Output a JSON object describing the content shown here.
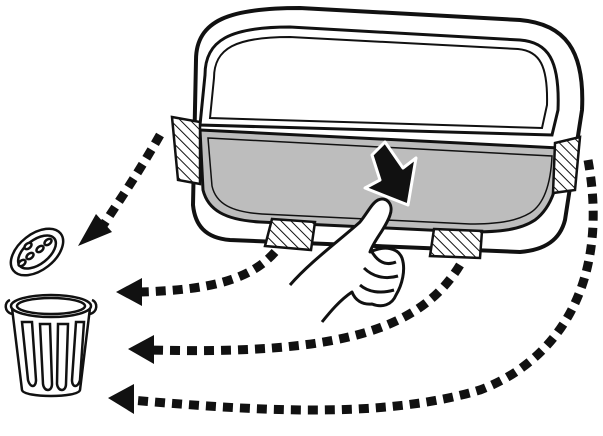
{
  "diagram": {
    "kind": "instruction-illustration",
    "colors": {
      "line": "#111111",
      "filter_fill": "#bdbdbd",
      "background": "#ffffff",
      "hatch": "#111111"
    },
    "icons": [
      "appliance-door-icon",
      "lint-filter-icon",
      "push-down-arrow-icon",
      "hand-icon",
      "trash-can-icon",
      "trash-can-lid-icon",
      "dashed-arrow-icon"
    ],
    "arrows": [
      {
        "name": "dashed-arrow-upper-left",
        "from": "door-left-clip",
        "to": "trash-can"
      },
      {
        "name": "dashed-arrow-bottom-left-clip",
        "from": "bottom-left-clip",
        "to": "trash-can"
      },
      {
        "name": "dashed-arrow-bottom-right-clip",
        "from": "bottom-right-clip",
        "to": "trash-can"
      },
      {
        "name": "dashed-arrow-right-clip",
        "from": "door-right-clip",
        "to": "trash-can"
      }
    ]
  }
}
